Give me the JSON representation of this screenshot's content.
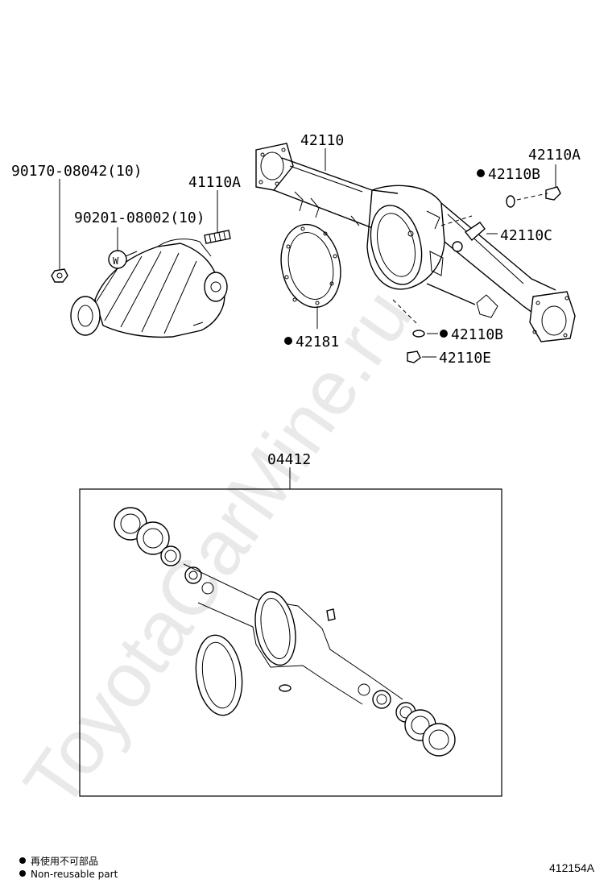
{
  "watermark": "ToyotaCarMine.ru",
  "labels": {
    "p90170": "90170-08042(10)",
    "p90201": "90201-08002(10)",
    "p41110A": "41110A",
    "p42110": "42110",
    "p42110A": "42110A",
    "p42110B_top": "42110B",
    "p42110C": "42110C",
    "p42181": "42181",
    "p42110B_bottom": "42110B",
    "p42110E": "42110E",
    "p04412": "04412",
    "washer_mark": "W"
  },
  "legend": {
    "japanese": "再使用不可部品",
    "english": "Non-reusable part"
  },
  "diagram_code": "412154A"
}
